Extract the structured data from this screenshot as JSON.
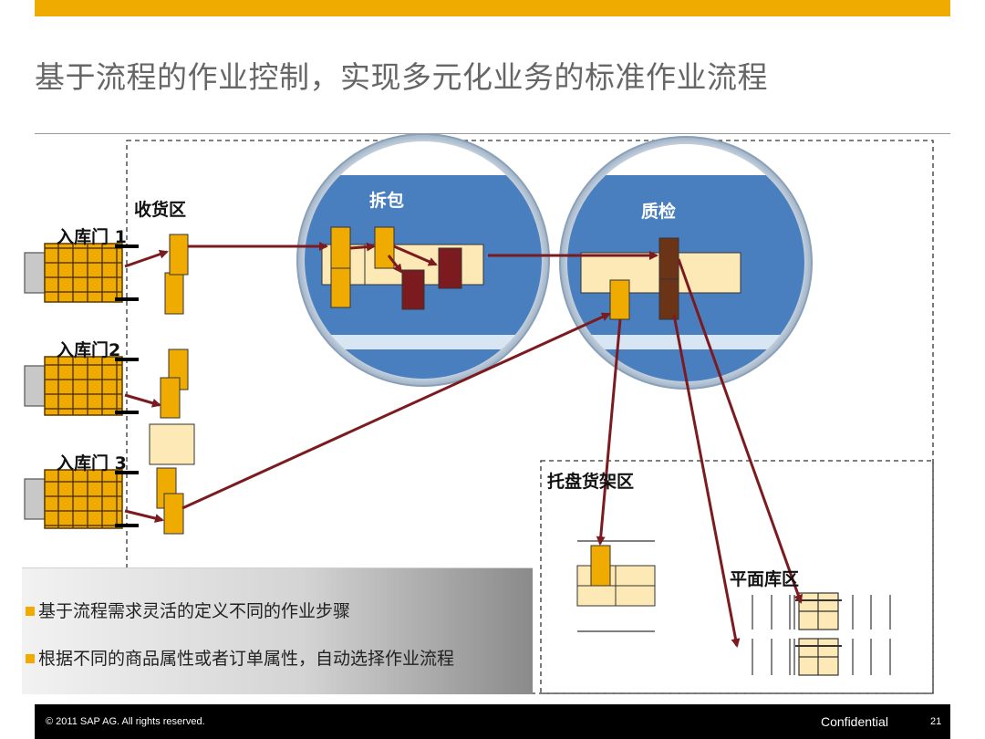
{
  "slide": {
    "title": "基于流程的作业控制，实现多元化业务的标准作业流程",
    "footer_copyright": "© 2011 SAP AG. All rights reserved.",
    "footer_confidential": "Confidential",
    "page_number": "21"
  },
  "labels": {
    "receiving_area": "收货区",
    "door1": "入库门 1",
    "door2": "入库门2",
    "door3": "入库门 3",
    "unpack": "拆包",
    "quality_check": "质检",
    "pallet_rack_area": "托盘货架区",
    "floor_storage_area": "平面库区"
  },
  "bullets": [
    "基于流程需求灵活的定义不同的作业步骤",
    "根据不同的商品属性或者订单属性，自动选择作业流程"
  ],
  "colors": {
    "accent": "#f0ab00",
    "box_orange": "#f0ab00",
    "box_cream": "#fde9b5",
    "dark_red": "#7b1b1f",
    "brown": "#6b3417",
    "arrow": "#7b1b1f",
    "circle_blue": "#4a7fbf"
  }
}
